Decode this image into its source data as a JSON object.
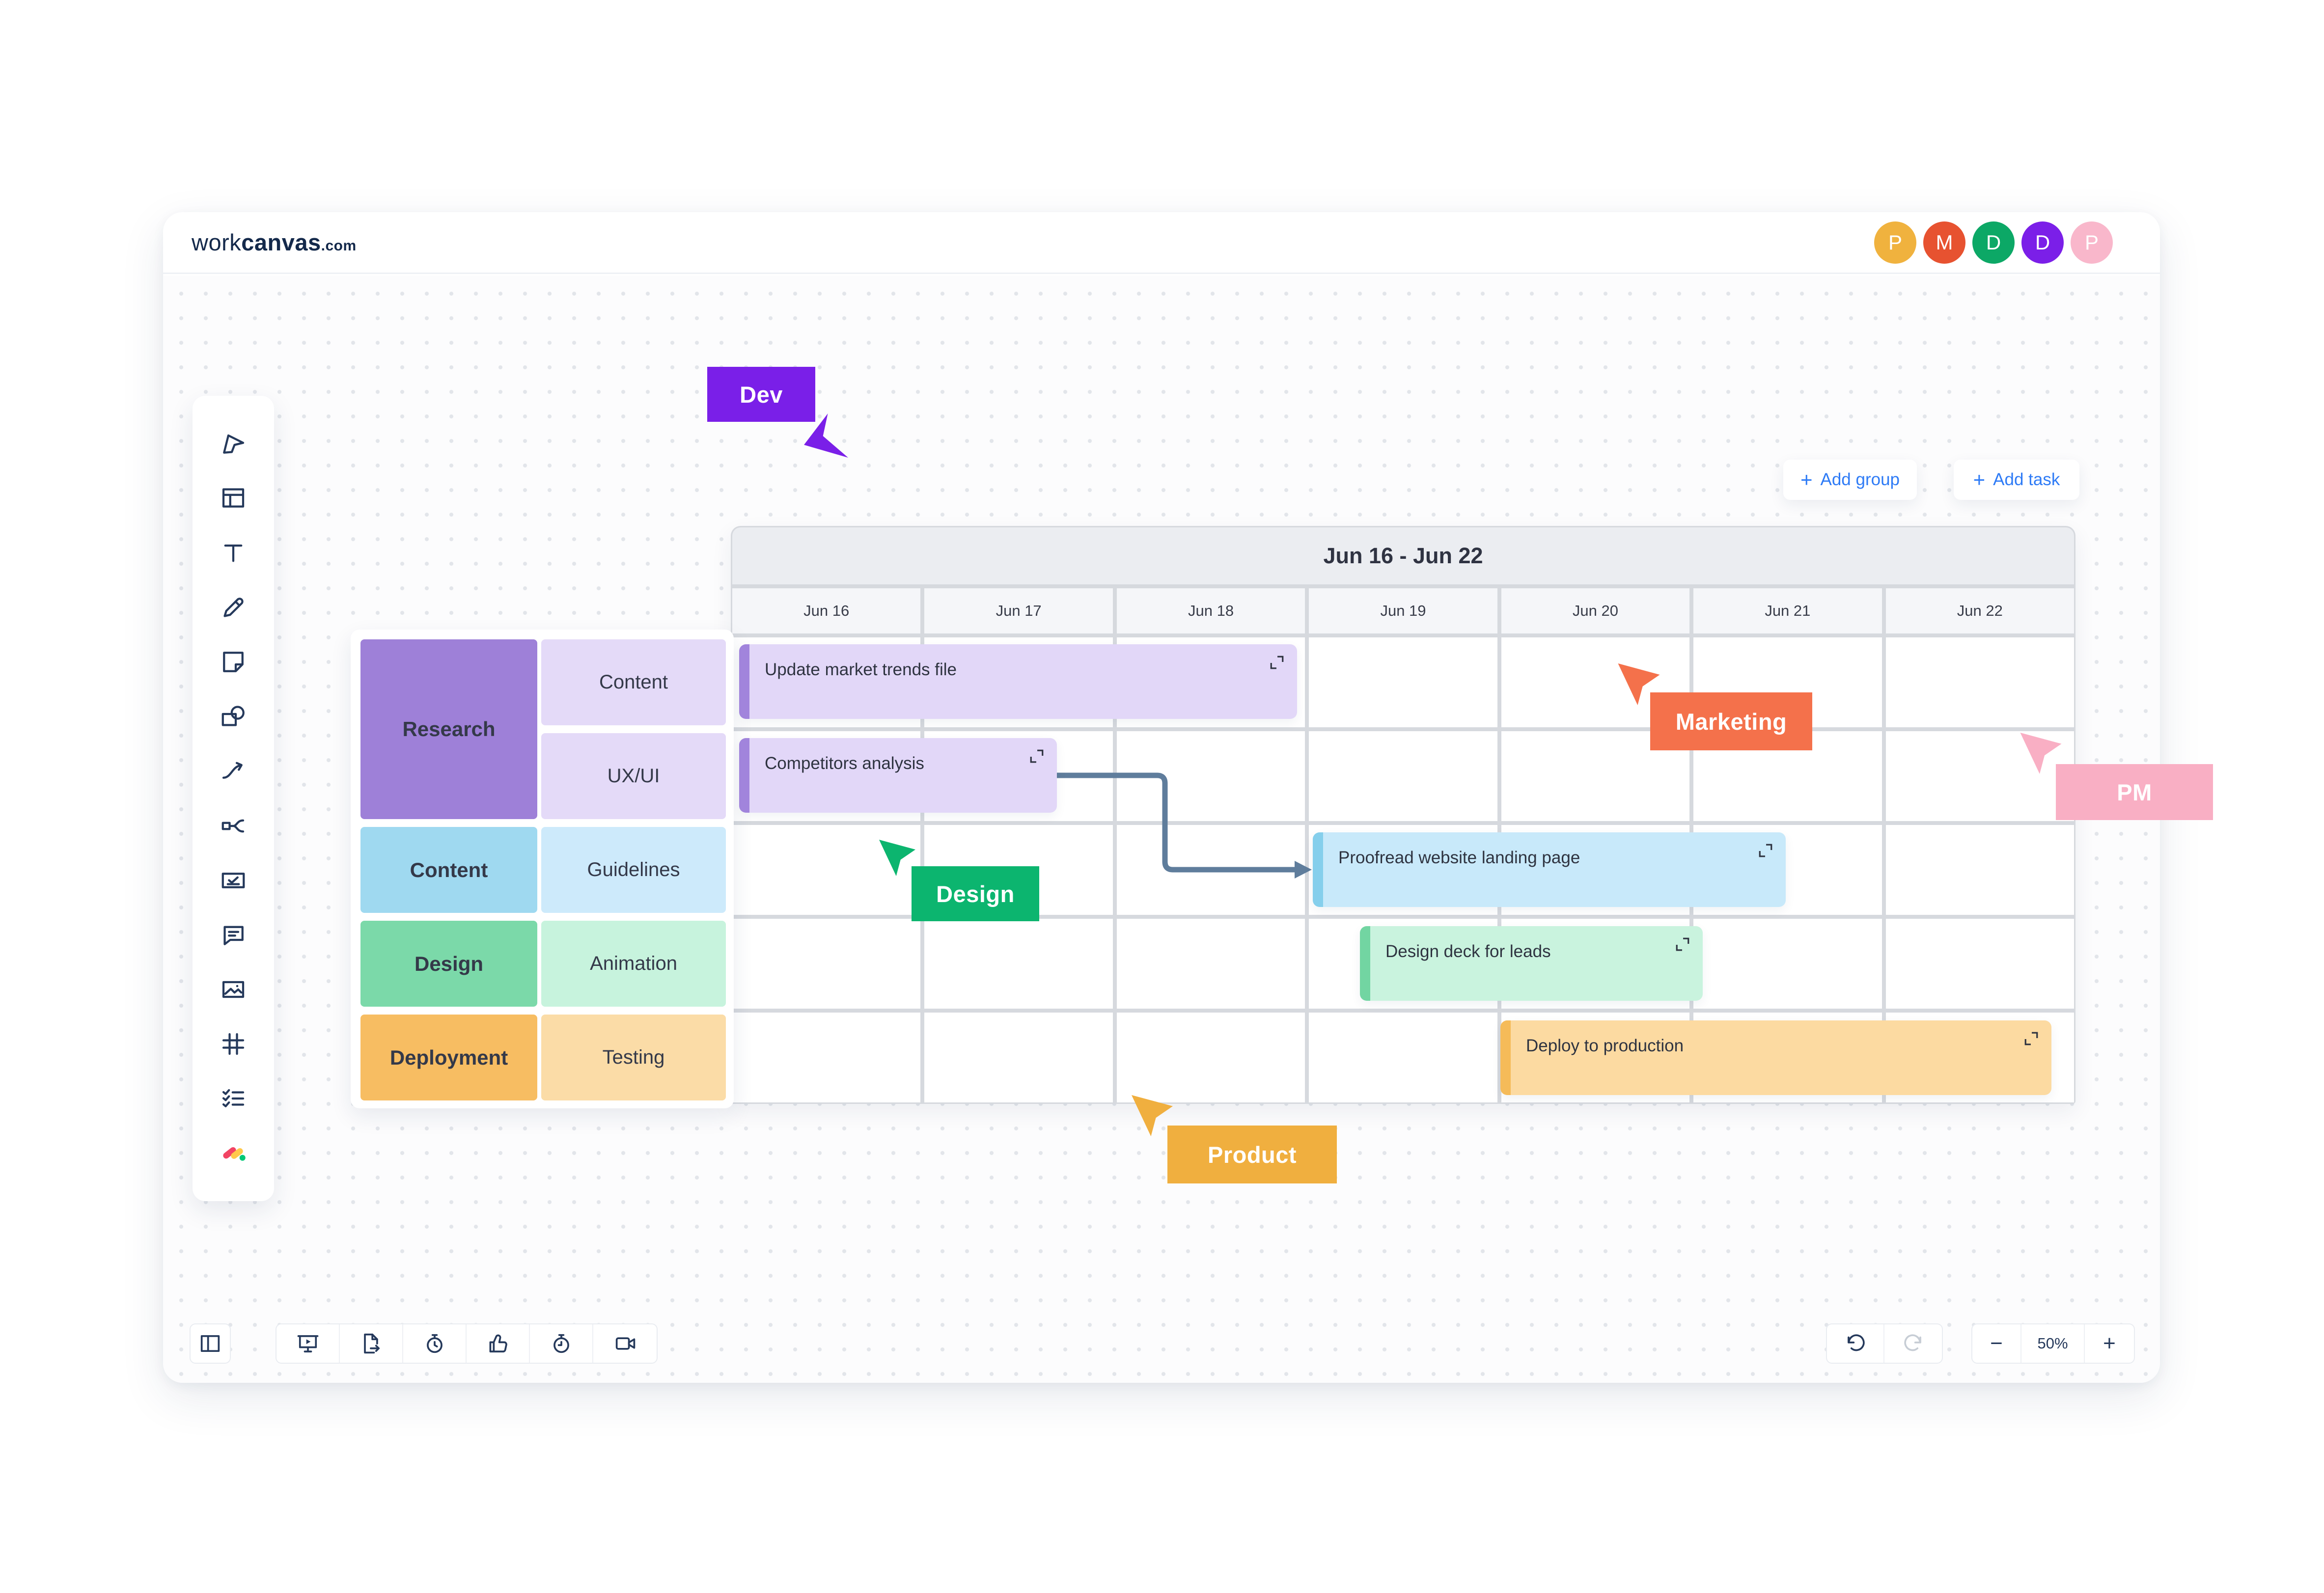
{
  "window": {
    "logo": {
      "light": "work",
      "bold": "canvas",
      "suffix": ".com"
    },
    "avatars": [
      {
        "initial": "P",
        "color": "#F0B23E"
      },
      {
        "initial": "M",
        "color": "#E75230"
      },
      {
        "initial": "D",
        "color": "#0CA866"
      },
      {
        "initial": "D",
        "color": "#7B1FE8"
      },
      {
        "initial": "P",
        "color": "#F9B7CB"
      }
    ]
  },
  "toolbar": {
    "tools": [
      "select",
      "template",
      "text",
      "draw",
      "sticky-note",
      "shapes",
      "connector",
      "mindmap",
      "vote",
      "comment",
      "image",
      "frame",
      "checklist",
      "monday-apps"
    ]
  },
  "actions": {
    "plus": "+",
    "add_group": "Add group",
    "add_task": "Add task"
  },
  "gantt": {
    "title": "Jun 16 - Jun 22",
    "dates": [
      "Jun 16",
      "Jun 17",
      "Jun 18",
      "Jun 19",
      "Jun 20",
      "Jun 21",
      "Jun 22"
    ],
    "groups": [
      {
        "name": "Research",
        "color": "#9E80D8",
        "sub_color": "#E4DAF8",
        "subitems": [
          "Content",
          "UX/UI"
        ]
      },
      {
        "name": "Content",
        "color": "#9FD9F0",
        "sub_color": "#CDEAFB",
        "subitems": [
          "Guidelines"
        ]
      },
      {
        "name": "Design",
        "color": "#7BD9A9",
        "sub_color": "#C7F3DD",
        "subitems": [
          "Animation"
        ]
      },
      {
        "name": "Deployment",
        "color": "#F7BD62",
        "sub_color": "#FBDCA7",
        "subitems": [
          "Testing"
        ]
      }
    ],
    "tasks": [
      {
        "label": "Update market trends file",
        "row": "Research / Content",
        "start": "Jun 16",
        "end": "Jun 18",
        "color": "#E2D7F8",
        "stripe": "#A184DC"
      },
      {
        "label": "Competitors analysis",
        "row": "Research / UX/UI",
        "start": "Jun 16",
        "end": "Jun 17",
        "color": "#E2D7F8",
        "stripe": "#A184DC"
      },
      {
        "label": "Proofread website landing page",
        "row": "Content / Guidelines",
        "start": "Jun 19",
        "end": "Jun 21",
        "color": "#C8E9FA",
        "stripe": "#85CFEC"
      },
      {
        "label": "Design deck for leads",
        "row": "Design / Animation",
        "start": "Jun 19",
        "end": "Jun 21",
        "color": "#C9F3DE",
        "stripe": "#72D5A2"
      },
      {
        "label": "Deploy to production",
        "row": "Deployment / Testing",
        "start": "Jun 20",
        "end": "Jun 22",
        "color": "#FCDAA1",
        "stripe": "#F5BB59"
      }
    ],
    "connector": {
      "from": "Competitors analysis",
      "to": "Proofread website landing page",
      "color": "#5F7D9C"
    }
  },
  "cursors": [
    {
      "label": "Dev",
      "color": "#7A1FE8"
    },
    {
      "label": "Marketing",
      "color": "#F4714B"
    },
    {
      "label": "Design",
      "color": "#0CB56F"
    },
    {
      "label": "Product",
      "color": "#F0AF3F"
    },
    {
      "label": "PM",
      "color": "#F9AFC4"
    }
  ],
  "footer": {
    "tools": [
      "panels",
      "present",
      "export",
      "timer",
      "approve",
      "history",
      "record"
    ],
    "undo": "undo",
    "redo": "redo",
    "zoom": {
      "out": "−",
      "level": "50%",
      "in": "+"
    }
  }
}
